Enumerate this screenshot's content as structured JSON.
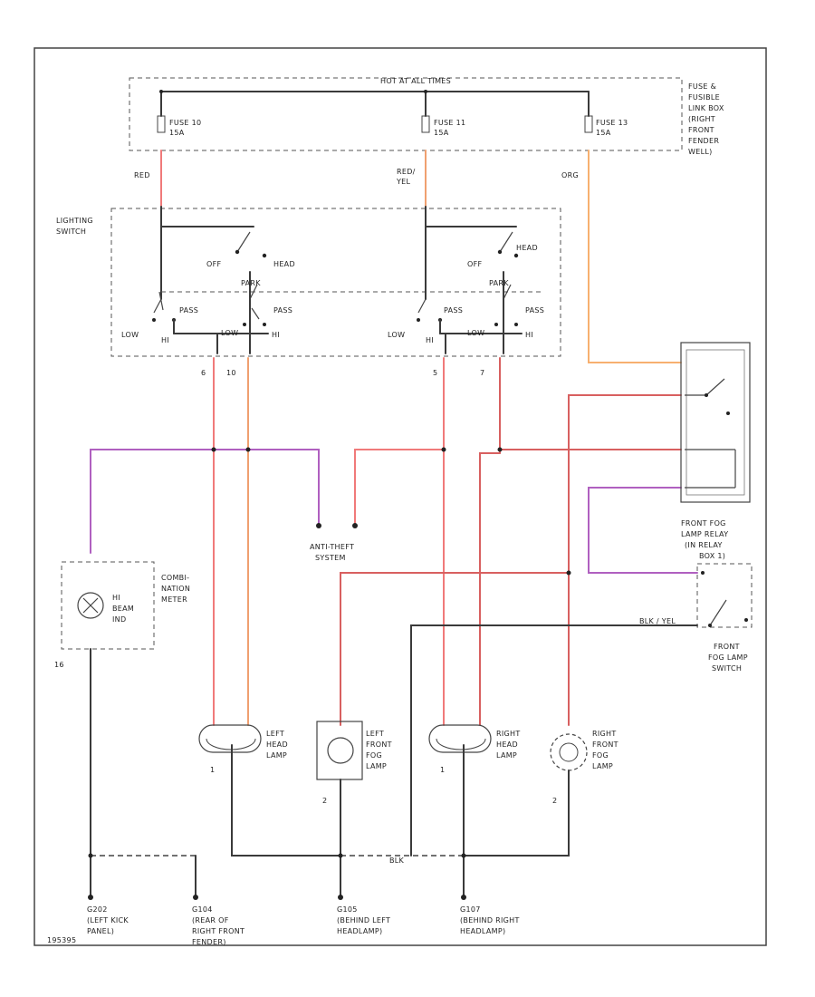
{
  "colors": {
    "red": "#f07a7a",
    "red_yel": "#f0a070",
    "orange": "#f7b070",
    "violet": "#b060c0",
    "black": "#3a3a3a",
    "red_blk": "#d86060"
  },
  "labels": {
    "hot_at_all_times": "HOT AT ALL TIMES",
    "fuse_10": "FUSE 10",
    "fuse_10_amp": "15A",
    "fuse_11": "FUSE 11",
    "fuse_11_amp": "15A",
    "fuse_13": "FUSE 13",
    "fuse_13_amp": "15A",
    "fuse_box_1": "FUSE &",
    "fuse_box_2": "FUSIBLE",
    "fuse_box_3": "LINK BOX",
    "fuse_box_4": "(RIGHT",
    "fuse_box_5": "FRONT",
    "fuse_box_6": "FENDER",
    "fuse_box_7": "WELL)",
    "wire_red": "RED",
    "wire_red_yel_1": "RED/",
    "wire_red_yel_2": "YEL",
    "wire_org": "ORG",
    "lighting_switch_1": "LIGHTING",
    "lighting_switch_2": "SWITCH",
    "off": "OFF",
    "head": "HEAD",
    "park": "PARK",
    "low": "LOW",
    "hi": "HI",
    "pass": "PASS",
    "anti_theft_1": "ANTI-THEFT",
    "anti_theft_2": "SYSTEM",
    "combi_1": "COMBI-",
    "combi_2": "NATION",
    "combi_3": "METER",
    "hi_beam_1": "HI",
    "hi_beam_2": "BEAM",
    "hi_beam_3": "IND",
    "relay_1": "FRONT FOG",
    "relay_2": "LAMP RELAY",
    "relay_3": "(IN RELAY",
    "relay_4": "BOX 1)",
    "fog_switch_1": "FRONT",
    "fog_switch_2": "FOG LAMP",
    "fog_switch_3": "SWITCH",
    "left_head_1": "LEFT",
    "left_head_2": "HEAD",
    "left_head_3": "LAMP",
    "left_fog_1": "LEFT",
    "left_fog_2": "FRONT",
    "left_fog_3": "FOG",
    "left_fog_4": "LAMP",
    "right_head_1": "RIGHT",
    "right_head_2": "HEAD",
    "right_head_3": "LAMP",
    "right_fog_1": "RIGHT",
    "right_fog_2": "FRONT",
    "right_fog_3": "FOG",
    "right_fog_4": "LAMP",
    "blk": "BLK",
    "blk_yel": "BLK / YEL",
    "g202_1": "G202",
    "g202_2": "(LEFT KICK",
    "g202_3": "PANEL)",
    "g104_1": "G104",
    "g104_2": "(REAR OF",
    "g104_3": "RIGHT FRONT",
    "g104_4": "FENDER)",
    "g105_1": "G105",
    "g105_2": "(BEHIND LEFT",
    "g105_3": "HEADLAMP)",
    "g107_1": "G107",
    "g107_2": "(BEHIND RIGHT",
    "g107_3": "HEADLAMP)",
    "pin_6": "6",
    "pin_10": "10",
    "pin_5": "5",
    "pin_7": "7",
    "pin_16": "16",
    "pin_1": "1",
    "pin_2": "2",
    "footer_code": "195395"
  }
}
